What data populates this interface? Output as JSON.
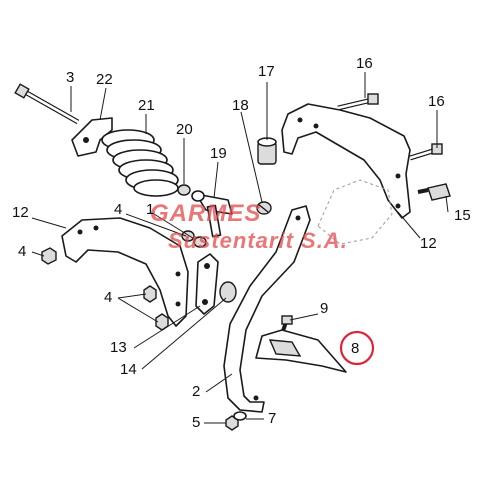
{
  "diagram": {
    "part_labels": {
      "p2": "2",
      "p3": "3",
      "p4a": "4",
      "p4b": "4",
      "p4c": "4",
      "p1": "1",
      "p5": "5",
      "p7": "7",
      "p8": "8",
      "p9": "9",
      "p12a": "12",
      "p12b": "12",
      "p13": "13",
      "p14": "14",
      "p15": "15",
      "p16a": "16",
      "p16b": "16",
      "p17": "17",
      "p18": "18",
      "p19": "19",
      "p20": "20",
      "p21": "21",
      "p22": "22"
    },
    "watermark": {
      "line1": "GARMES",
      "line2": "Sustentarit S.A."
    },
    "highlight_color": "#d9263a",
    "watermark_color": "#e24a4a"
  }
}
